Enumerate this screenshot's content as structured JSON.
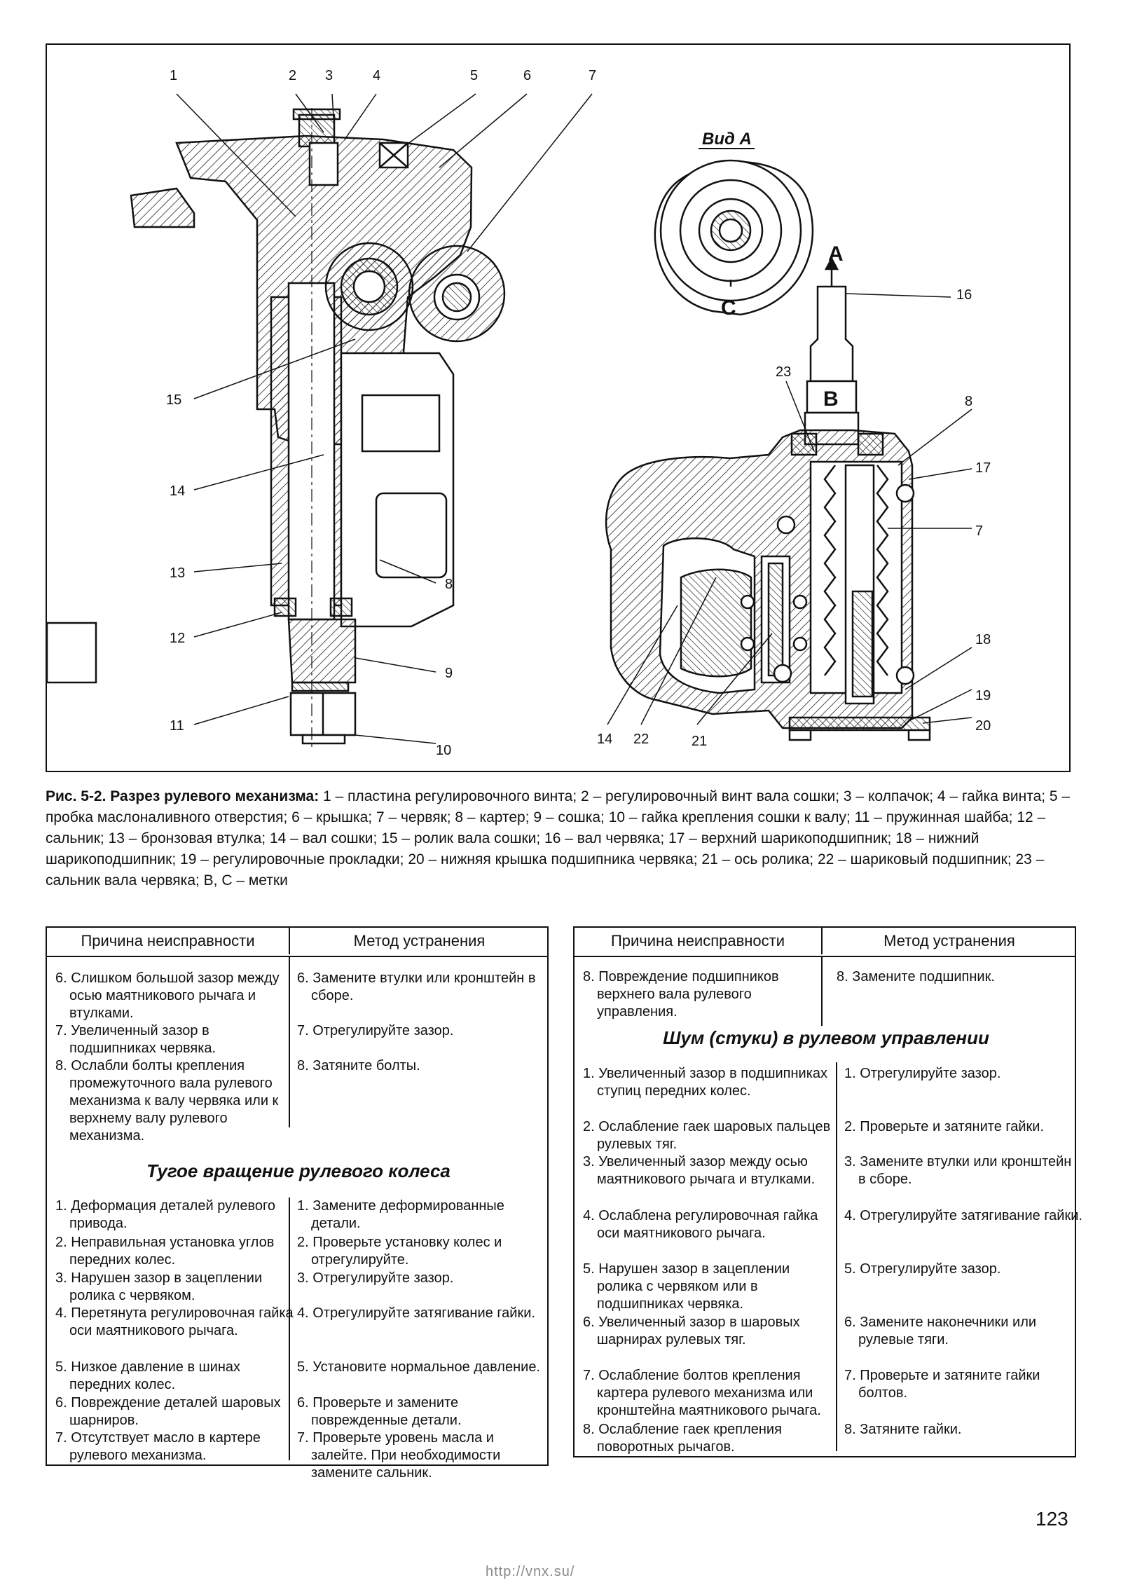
{
  "figure": {
    "view_label": "Вид А",
    "marks": {
      "a": "А",
      "b": "В",
      "c": "С"
    },
    "callouts": [
      "1",
      "2",
      "3",
      "4",
      "5",
      "6",
      "7",
      "8",
      "9",
      "10",
      "11",
      "12",
      "13",
      "14",
      "15",
      "16",
      "17",
      "18",
      "19",
      "20",
      "21",
      "22",
      "23"
    ]
  },
  "caption": {
    "title": "Рис. 5-2. Разрез рулевого механизма:",
    "text": " 1 – пластина регулировочного винта; 2 – регулировочный винт вала сошки; 3 – колпачок; 4 – гайка винта; 5 – пробка маслоналивного отверстия; 6 – крышка; 7 – червяк; 8 – картер; 9 – сошка; 10 – гайка крепления сошки к валу; 11 – пружинная шайба; 12 – сальник; 13 – бронзовая втулка; 14 – вал сошки; 15 – ролик вала сошки; 16 – вал червяка; 17 – верхний шарикоподшипник; 18 – нижний шарикоподшипник; 19 – регулировочные прокладки; 20 – нижняя крышка подшипника червяка; 21 – ось ролика; 22 – шариковый подшипник; 23 – сальник вала червяка; В, С – метки"
  },
  "left_table": {
    "header_cause": "Причина неисправности",
    "header_method": "Метод устранения",
    "block1": {
      "causes": [
        "6. Слишком большой зазор между осью маятникового рычага и втулками.",
        "7. Увеличенный зазор в подшипниках червяка.",
        "8. Ослабли болты крепления промежуточного вала рулевого механизма к валу червяка или к верхнему валу рулевого механизма."
      ],
      "methods": [
        "6. Замените втулки или кронштейн в сборе.",
        "7. Отрегулируйте зазор.",
        "8. Затяните болты."
      ]
    },
    "section_title": "Тугое вращение рулевого колеса",
    "block2": {
      "causes": [
        "1. Деформация деталей рулевого привода.",
        "2. Неправильная установка углов передних колес.",
        "3. Нарушен зазор в зацеплении ролика с червяком.",
        "4. Перетянута регулировочная гайка оси маятникового рычага.",
        "5. Низкое давление в шинах передних колес.",
        "6. Повреждение деталей шаровых шарниров.",
        "7. Отсутствует масло в картере рулевого механизма."
      ],
      "methods": [
        "1. Замените деформированные детали.",
        "2. Проверьте установку колес и отрегулируйте.",
        "3. Отрегулируйте зазор.",
        "4. Отрегулируйте затягивание гайки.",
        "5. Установите нормальное давление.",
        "6. Проверьте и замените поврежденные детали.",
        "7. Проверьте уровень масла и залейте. При необходимости замените сальник."
      ]
    }
  },
  "right_table": {
    "header_cause": "Причина неисправности",
    "header_method": "Метод устранения",
    "block1": {
      "causes": [
        "8. Повреждение подшипников верхнего вала рулевого управления."
      ],
      "methods": [
        "8. Замените подшипник."
      ]
    },
    "section_title": "Шум (стуки) в рулевом управлении",
    "block2": {
      "causes": [
        "1. Увеличенный зазор в подшипниках ступиц передних колес.",
        "2. Ослабление гаек шаровых пальцев рулевых тяг.",
        "3. Увеличенный зазор между осью маятникового рычага и втулками.",
        "4. Ослаблена регулировочная гайка оси маятникового рычага.",
        "5. Нарушен зазор в зацеплении ролика с червяком или в подшипниках червяка.",
        "6. Увеличенный зазор в шаровых шарнирах рулевых тяг.",
        "7. Ослабление болтов крепления картера рулевого механизма или кронштейна маятникового рычага.",
        "8. Ослабление гаек крепления поворотных рычагов."
      ],
      "methods": [
        "1. Отрегулируйте зазор.",
        "2. Проверьте и затяните гайки.",
        "3. Замените втулки или кронштейн в сборе.",
        "4. Отрегулируйте затягивание гайки.",
        "5. Отрегулируйте зазор.",
        "6. Замените наконечники или рулевые тяги.",
        "7. Проверьте и затяните гайки болтов.",
        "8. Затяните гайки."
      ]
    }
  },
  "page_number": "123",
  "footer_url": "http://vnx.su/"
}
